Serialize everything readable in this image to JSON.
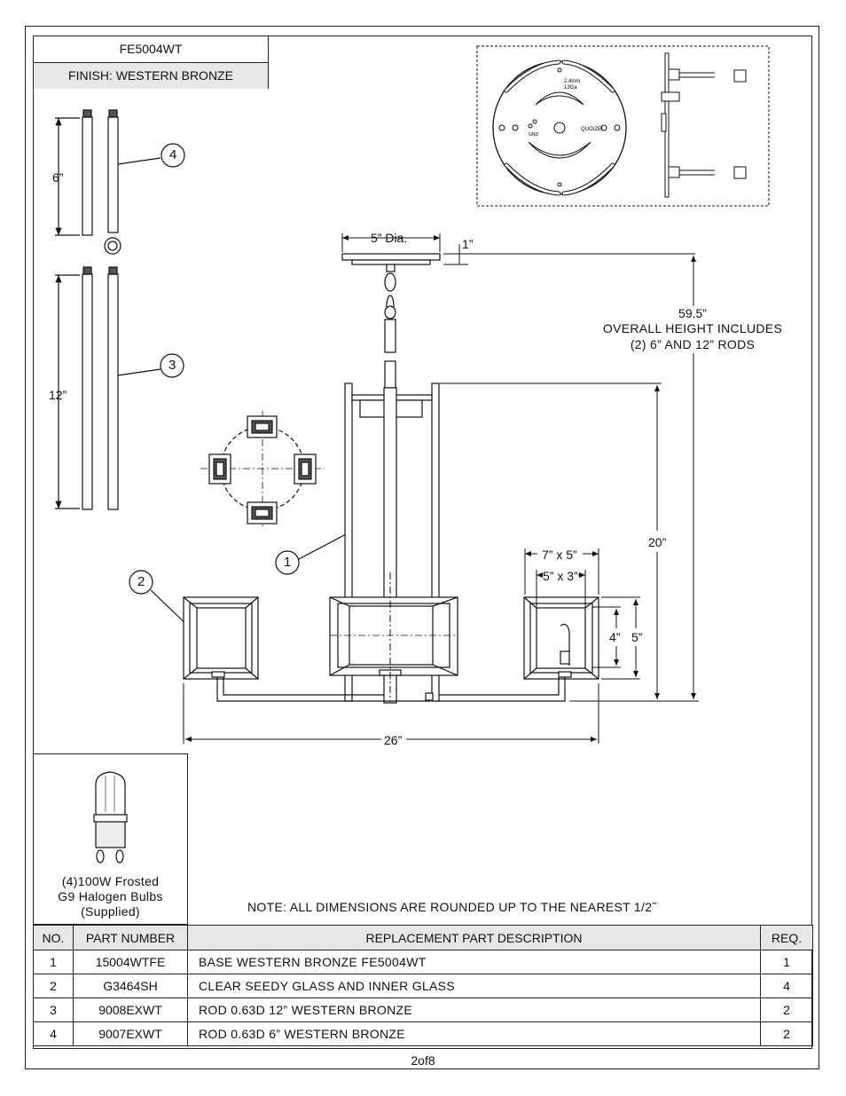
{
  "header": {
    "model": "FE5004WT",
    "finish": "FINISH: WESTERN BRONZE"
  },
  "canopy_plate": {
    "spec_line1": "2.4mm",
    "spec_line2": "13Ga",
    "brand": "QUOIZEL",
    "gnd": "GND"
  },
  "callouts": [
    "1",
    "2",
    "3",
    "4"
  ],
  "dimensions": {
    "canopy_dia": "5” Dia.",
    "canopy_height": "1”",
    "overall_height": "59.5”",
    "overall_note_line1": "OVERALL HEIGHT INCLUDES",
    "overall_note_line2": "(2) 6” AND 12” RODS",
    "body_height": "20”",
    "shade_outer": "7” x 5”",
    "shade_inner": "5” x 3”",
    "inner_height": "4”",
    "outer_height": "5”",
    "overall_width": "26”",
    "rod_short": "6”",
    "rod_long": "12”"
  },
  "bulb": {
    "line1": "(4)100W Frosted",
    "line2": "G9 Halogen Bulbs",
    "line3": "(Supplied)"
  },
  "note": "NOTE:  ALL DIMENSIONS ARE ROUNDED UP TO THE NEAREST  1/2˝",
  "parts_table": {
    "headers": [
      "NO.",
      "PART NUMBER",
      "REPLACEMENT PART DESCRIPTION",
      "REQ."
    ],
    "rows": [
      {
        "no": "1",
        "part": "15004WTFE",
        "desc": "BASE WESTERN BRONZE FE5004WT",
        "req": "1"
      },
      {
        "no": "2",
        "part": "G3464SH",
        "desc": "CLEAR SEEDY GLASS AND INNER GLASS",
        "req": "4"
      },
      {
        "no": "3",
        "part": "9008EXWT",
        "desc": "ROD 0.63D 12” WESTERN BRONZE",
        "req": "2"
      },
      {
        "no": "4",
        "part": "9007EXWT",
        "desc": "ROD 0.63D 6” WESTERN BRONZE",
        "req": "2"
      }
    ]
  },
  "page": "2of8"
}
